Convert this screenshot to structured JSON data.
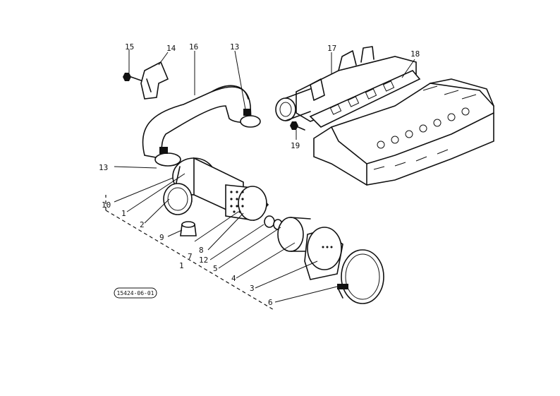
{
  "reference_code": "15424-06-01",
  "part_numbers": {
    "p1a": "1",
    "p1b": "1",
    "p2": "2",
    "p3": "3",
    "p4": "4",
    "p5": "5",
    "p6": "6",
    "p7": "7",
    "p8": "8",
    "p9": "9",
    "p10": "10",
    "p12": "12",
    "p13a": "13",
    "p13b": "13",
    "p14": "14",
    "p15": "15",
    "p16": "16",
    "p17": "17",
    "p18": "18",
    "p19": "19"
  }
}
